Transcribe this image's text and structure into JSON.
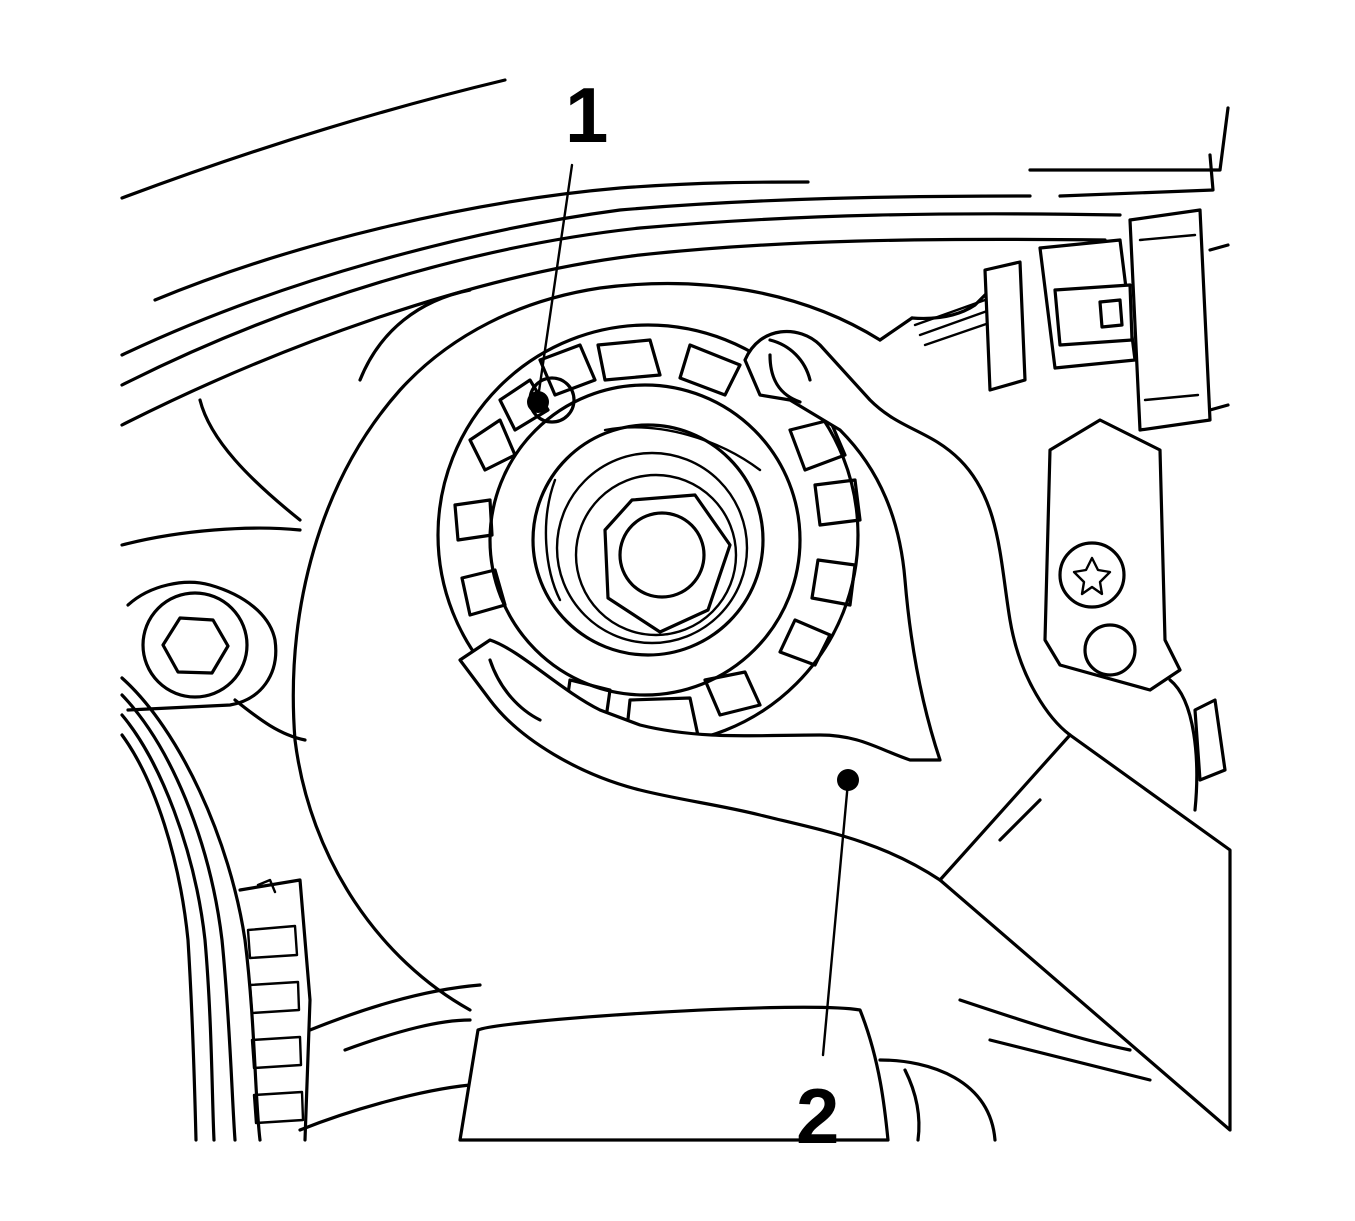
{
  "diagram": {
    "callouts": [
      {
        "id": "1",
        "label": "1"
      },
      {
        "id": "2",
        "label": "2"
      }
    ]
  },
  "colors": {
    "line": "#000000",
    "background": "#ffffff"
  }
}
